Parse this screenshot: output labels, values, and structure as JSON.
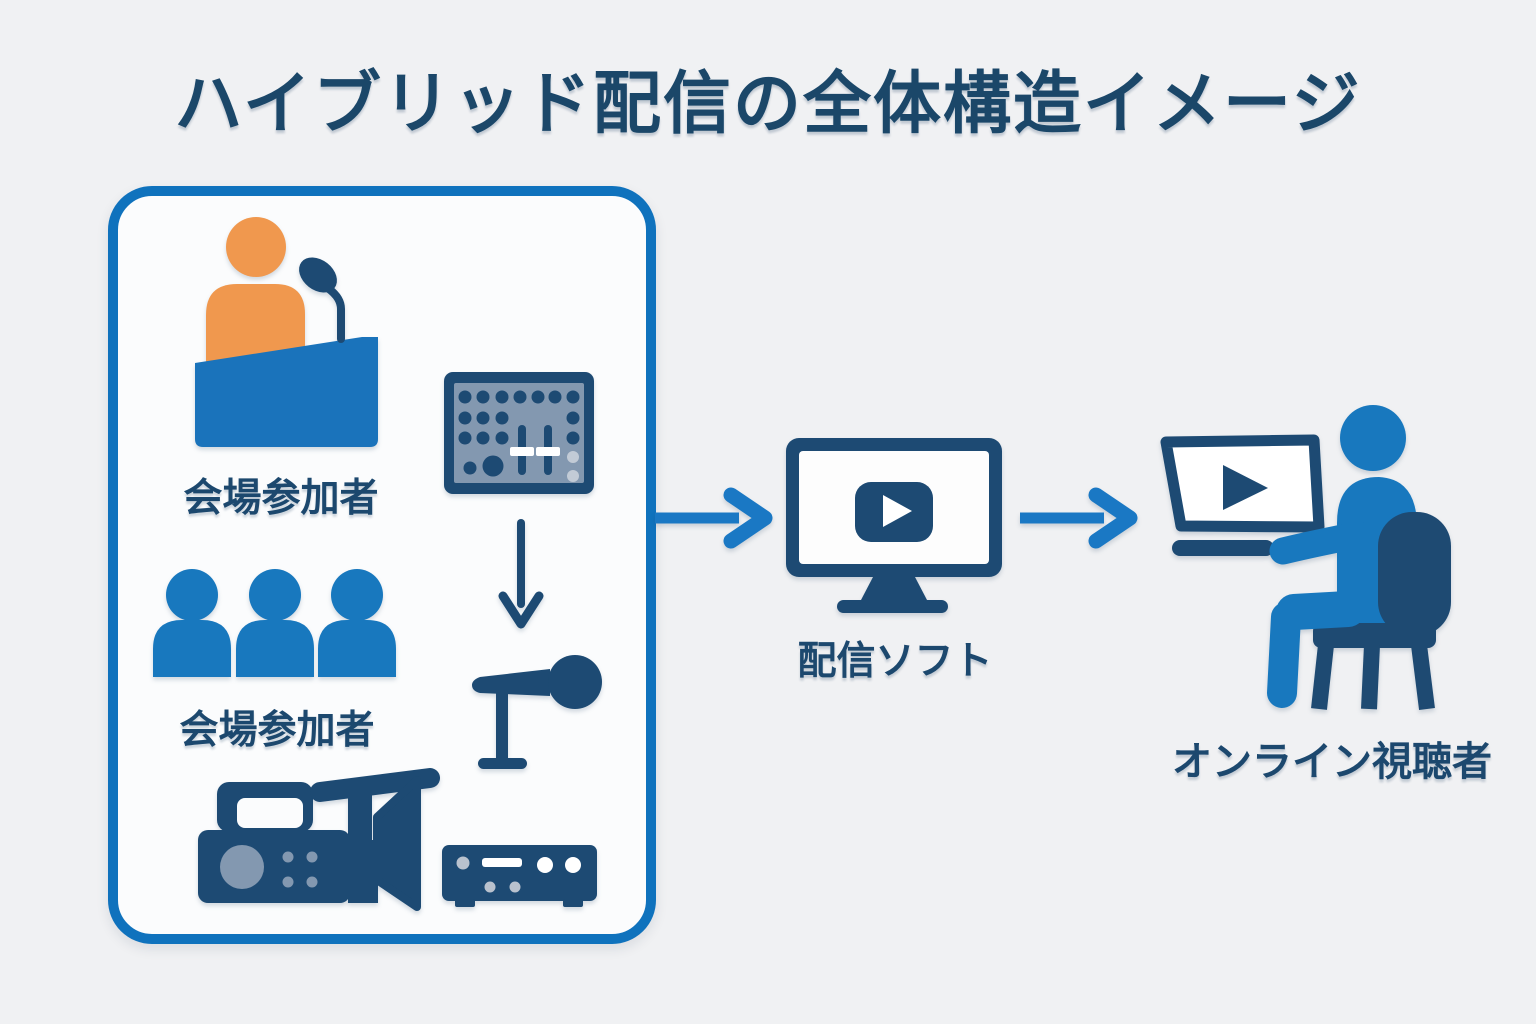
{
  "title": "ハイブリッド配信の全体構造イメージ",
  "palette": {
    "background": "#f0f1f3",
    "venue_box_fill": "#fbfcfd",
    "venue_box_border_blue": "#0f72bd",
    "bright_blue": "#1878be",
    "arrow_blue": "#1a78c4",
    "icon_navy": "#1d4a73",
    "text_navy": "#1c486e",
    "speaker_orange": "#f0984e",
    "equipment_slate": "#8398b0",
    "detail_light_gray": "#c2cbd6"
  },
  "venue": {
    "speaker": {
      "icon": "speaker-at-podium-icon",
      "label": "会場参加者"
    },
    "audience": {
      "icon": "audience-icon",
      "label": "会場参加者"
    },
    "equipment": [
      {
        "icon": "audio-mixer-icon"
      },
      {
        "icon": "down-arrow-icon"
      },
      {
        "icon": "microphone-icon"
      },
      {
        "icon": "video-camera-icon"
      },
      {
        "icon": "audio-interface-icon"
      }
    ]
  },
  "streaming_software": {
    "icon": "monitor-play-icon",
    "label": "配信ソフト"
  },
  "online_viewer": {
    "icon": "viewer-at-laptop-icon",
    "label": "オンライン視聴者"
  },
  "flow": [
    "venue → streaming_software",
    "streaming_software → online_viewer"
  ]
}
